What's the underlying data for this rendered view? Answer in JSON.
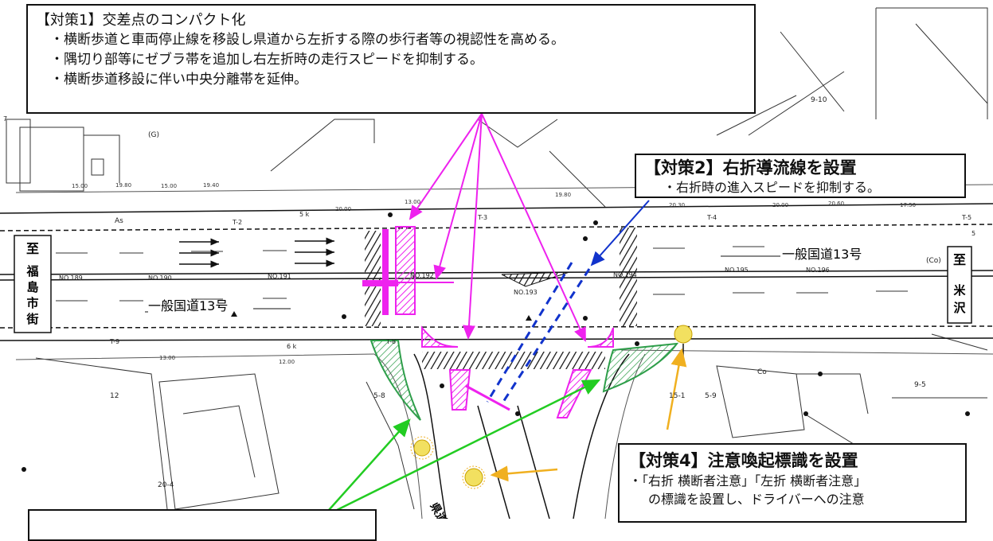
{
  "callouts": {
    "c1": {
      "title": "【対策1】交差点のコンパクト化",
      "items": [
        "・横断歩道と車両停止線を移設し県道から左折する際の歩行者等の視認性を高める。",
        "・隅切り部等にゼブラ帯を追加し右左折時の走行スピードを抑制する。",
        "・横断歩道移設に伴い中央分離帯を延伸。"
      ]
    },
    "c2": {
      "title": "【対策2】右折導流線を設置",
      "items": [
        "・右折時の進入スピードを抑制する。"
      ]
    },
    "c4": {
      "title": "【対策4】注意喚起標識を設置",
      "items": [
        "・「右折 横断者注意」「左折 横断者注意」",
        "の標識を設置し、ドライバーへの注意"
      ]
    }
  },
  "map": {
    "destination_left": [
      "至",
      "福",
      "島",
      "市",
      "街"
    ],
    "destination_right": [
      "至",
      "米",
      "沢"
    ],
    "road_label_west": "一般国道13号",
    "road_label_east": "一般国道13号",
    "prefectural_road": "県道",
    "station_labels": [
      "NO.189",
      "NO.190",
      "NO.191",
      "NO.192",
      "NO.193",
      "NO.194",
      "NO.195",
      "NO.196"
    ],
    "elevation_labels": [
      "15.00",
      "19.80",
      "15.00",
      "19.40",
      "13.00",
      "20.00",
      "19.80",
      "20.30",
      "20.00",
      "20.60",
      "17.50",
      "12.00",
      "13.00"
    ],
    "parcel_labels": [
      "(G)",
      "As",
      "12",
      "20-4",
      "5-8",
      "5-9",
      "15-1",
      "9-5",
      "9-10",
      "Co",
      "(Co)"
    ],
    "misc_labels": [
      "T-2",
      "T-3",
      "T-4",
      "T-5",
      "T-8",
      "T-9",
      "5",
      "5 k",
      "6 k",
      "7"
    ]
  },
  "colors": {
    "measure1": "#ee22ee",
    "measure2": "#1133cc",
    "measure3": "#22cc22",
    "measure4": "#f0b020",
    "zebra_green": "#2e9e4a",
    "sign": "#f2e060"
  }
}
